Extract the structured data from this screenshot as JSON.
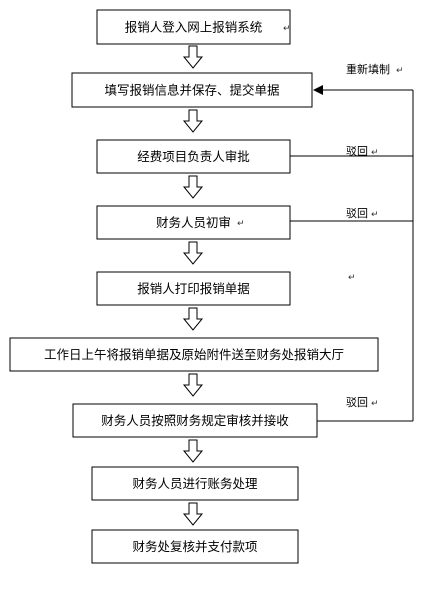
{
  "steps": [
    {
      "label": "报销人登入网上报销系统"
    },
    {
      "label": "填写报销信息并保存、提交单据"
    },
    {
      "label": "经费项目负责人审批"
    },
    {
      "label": "财务人员初审"
    },
    {
      "label": "报销人打印报销单据"
    },
    {
      "label": "工作日上午将报销单据及原始附件送至财务处报销大厅"
    },
    {
      "label": "财务人员按照财务规定审核并接收"
    },
    {
      "label": "财务人员进行账务处理"
    },
    {
      "label": "财务处复核并支付款项"
    }
  ],
  "feedback": {
    "reenter_label": "重新填制",
    "reject_labels": [
      "驳回",
      "驳回",
      "驳回"
    ]
  },
  "return_mark": "↵"
}
